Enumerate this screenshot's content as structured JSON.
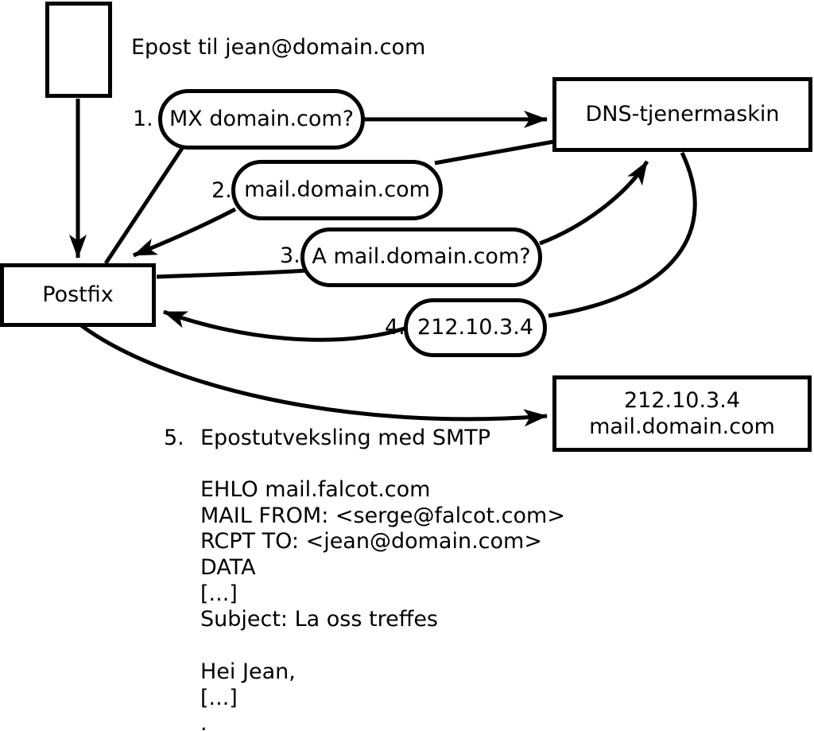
{
  "diagram_title": "Epost til jean@domain.com",
  "colors": {
    "ink": "#000000",
    "paper": "#ffffff"
  },
  "nodes": {
    "postfix": {
      "label": "Postfix"
    },
    "dns_server": {
      "label": "DNS-tjenermaskin"
    },
    "mail_server": {
      "line1": "212.10.3.4",
      "line2": "mail.domain.com"
    }
  },
  "exchanges": [
    {
      "number": "1.",
      "label": "MX domain.com?"
    },
    {
      "number": "2.",
      "label": "mail.domain.com"
    },
    {
      "number": "3.",
      "label": "A mail.domain.com?"
    },
    {
      "number": "4.",
      "label": "212.10.3.4"
    }
  ],
  "step5": {
    "number": "5.",
    "label": "Epostutveksling med SMTP"
  },
  "smtp_session": {
    "lines": [
      "EHLO mail.falcot.com",
      "MAIL FROM: <serge@falcot.com>",
      "RCPT TO: <jean@domain.com>",
      "DATA",
      "[...]",
      "Subject: La oss treffes",
      "",
      "Hei Jean,",
      "[...]",
      "."
    ]
  }
}
